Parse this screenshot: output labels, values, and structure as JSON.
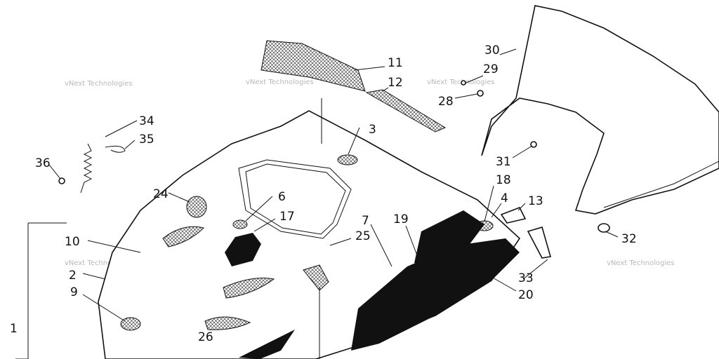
{
  "diagram": {
    "watermark_text": "vNext Technologies",
    "callouts": [
      {
        "id": "c1",
        "label": "1"
      },
      {
        "id": "c2",
        "label": "2"
      },
      {
        "id": "c3",
        "label": "3"
      },
      {
        "id": "c4",
        "label": "4"
      },
      {
        "id": "c6",
        "label": "6"
      },
      {
        "id": "c7",
        "label": "7"
      },
      {
        "id": "c9",
        "label": "9"
      },
      {
        "id": "c10",
        "label": "10"
      },
      {
        "id": "c11",
        "label": "11"
      },
      {
        "id": "c12",
        "label": "12"
      },
      {
        "id": "c13",
        "label": "13"
      },
      {
        "id": "c17",
        "label": "17"
      },
      {
        "id": "c18",
        "label": "18"
      },
      {
        "id": "c19",
        "label": "19"
      },
      {
        "id": "c20",
        "label": "20"
      },
      {
        "id": "c24",
        "label": "24"
      },
      {
        "id": "c25",
        "label": "25"
      },
      {
        "id": "c26",
        "label": "26"
      },
      {
        "id": "c28",
        "label": "28"
      },
      {
        "id": "c29",
        "label": "29"
      },
      {
        "id": "c30",
        "label": "30"
      },
      {
        "id": "c31",
        "label": "31"
      },
      {
        "id": "c32",
        "label": "32"
      },
      {
        "id": "c33",
        "label": "33"
      },
      {
        "id": "c34",
        "label": "34"
      },
      {
        "id": "c35",
        "label": "35"
      },
      {
        "id": "c36",
        "label": "36"
      }
    ]
  }
}
